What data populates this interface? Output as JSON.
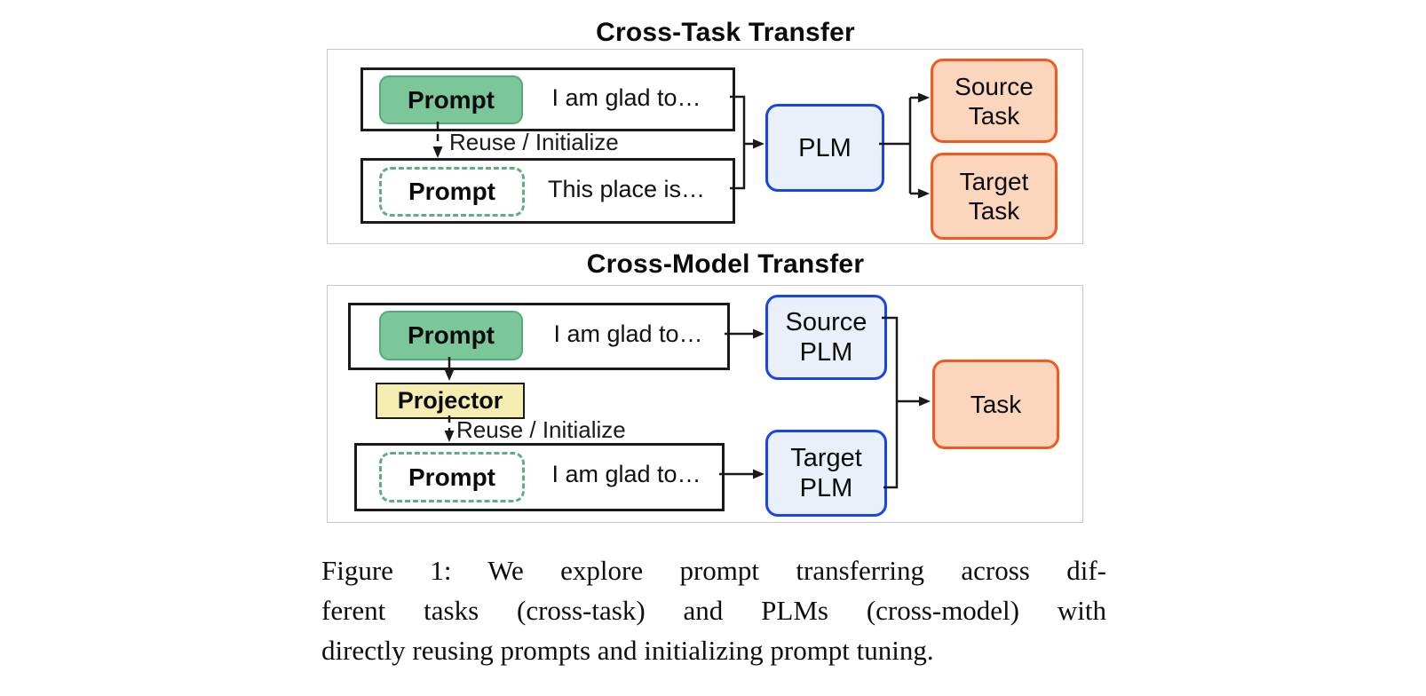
{
  "colors": {
    "prompt_green_fill": "#7cc79a",
    "prompt_green_border": "#57a97c",
    "prompt_dashed_green": "#5fae82",
    "plm_blue_border": "#1745e8",
    "plm_blue_fill": "#e9f0fa",
    "task_orange_border": "#f2591c",
    "task_orange_fill": "#fbd6bc",
    "projector_yellow_fill": "#f5edb2",
    "panel_border_gray": "#c9c9c9",
    "line_black": "#1a1a1a"
  },
  "cross_task": {
    "title": "Cross-Task Transfer",
    "source_prompt_label": "Prompt",
    "source_text": "I am glad to…",
    "reuse_label": "Reuse / Initialize",
    "target_prompt_label": "Prompt",
    "target_text": "This place is…",
    "plm_label": "PLM",
    "source_task_line1": "Source",
    "source_task_line2": "Task",
    "target_task_line1": "Target",
    "target_task_line2": "Task"
  },
  "cross_model": {
    "title": "Cross-Model Transfer",
    "source_prompt_label": "Prompt",
    "source_text": "I am glad to…",
    "projector_label": "Projector",
    "reuse_label": "Reuse / Initialize",
    "target_prompt_label": "Prompt",
    "target_text": "I am glad to…",
    "source_plm_line1": "Source",
    "source_plm_line2": "PLM",
    "target_plm_line1": "Target",
    "target_plm_line2": "PLM",
    "task_label": "Task"
  },
  "caption": {
    "line1": "Figure 1: We explore prompt transferring across dif-",
    "line2": "ferent tasks (cross-task) and PLMs (cross-model) with",
    "line3": "directly reusing prompts and initializing prompt tuning."
  }
}
